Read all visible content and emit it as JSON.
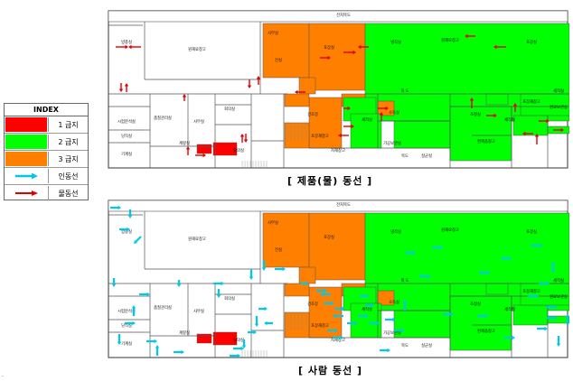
{
  "legend": {
    "title": "INDEX",
    "items": [
      {
        "label": "1 급지",
        "type": "fill",
        "color": "#ff0000"
      },
      {
        "label": "2 급지",
        "type": "fill",
        "color": "#00ff00"
      },
      {
        "label": "3 급지",
        "type": "fill",
        "color": "#ff8000"
      },
      {
        "label": "인동선",
        "type": "arrow",
        "color": "#00c8e8"
      },
      {
        "label": "물동선",
        "type": "arrow",
        "color": "#e00000"
      }
    ]
  },
  "colors": {
    "grade1": "#ff0000",
    "grade2": "#00ff00",
    "grade3": "#ff8000",
    "wall": "#555555",
    "people_flow": "#00c8e8",
    "material_flow": "#e00000"
  },
  "plans": [
    {
      "caption": "[ 제품(물) 동선 ]",
      "flow": "material_flow"
    },
    {
      "caption": "[ 사람 동선 ]",
      "flow": "people_flow"
    }
  ],
  "rooms": {
    "top_corridor": "전처복도",
    "left_top_small": "방풍실",
    "raw_storage": "원재료창고",
    "office_top": "사무실",
    "prep_room": "포장실",
    "aux_small": "전실",
    "green_a": "냉각실",
    "green_b": "원재료창고",
    "green_c": "포장실",
    "green_d": "세척실",
    "inner_corridor": "복 도",
    "packaging_storage": "포장재창고",
    "dry_storage": "건조장",
    "meeting_room": "회의실",
    "office_left": "사무실",
    "product_mgmt": "품질관리실",
    "lab": "시험분석실",
    "duty_room": "당직실",
    "machine_room": "기계실",
    "plant_office": "계량실",
    "changing": "탈의실",
    "material_storage": "자재창고",
    "cooking": "세척실",
    "sanitize": "소독실",
    "process_room": "가공보관실",
    "sterile_room": "살균실",
    "product_storage": "완제품창고",
    "finish_room": "조정실",
    "ship_room": "출하실",
    "bottom_corridor": "복도",
    "wash_room": "세척실",
    "equip_room": "원료보관실"
  }
}
